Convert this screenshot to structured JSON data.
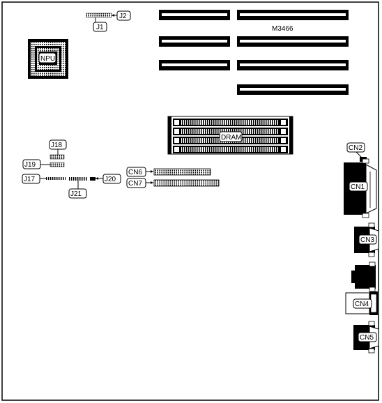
{
  "board": {
    "model": "M3466",
    "labels": {
      "npu": "NPU",
      "dram": "DRAM",
      "j1": "J1",
      "j2": "J2",
      "j17": "J17",
      "j18": "J18",
      "j19": "J19",
      "j20": "J20",
      "j21": "J21",
      "cn1": "CN1",
      "cn2": "CN2",
      "cn3": "CN3",
      "cn4": "CN4",
      "cn5": "CN5",
      "cn6": "CN6",
      "cn7": "CN7"
    }
  }
}
